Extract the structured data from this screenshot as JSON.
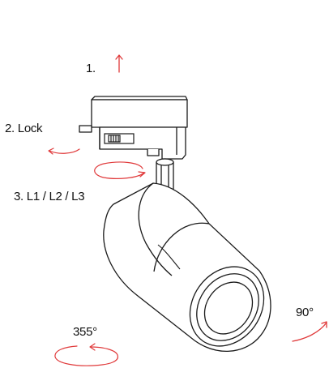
{
  "labels": {
    "step1": "1.",
    "step2": "2. Lock",
    "step3": "3. L1 / L2 / L3",
    "rotation": "355°",
    "tilt": "90°"
  },
  "colors": {
    "arrow": "#e0393a",
    "line": "#1a1a1a"
  },
  "icons": {
    "up-arrow": "arrow pointing up",
    "lock-arrow": "curved arrow pointing left",
    "rotate-arrow": "circular rotation arrow",
    "tilt-arrow": "curved arrow pointing up-right"
  }
}
